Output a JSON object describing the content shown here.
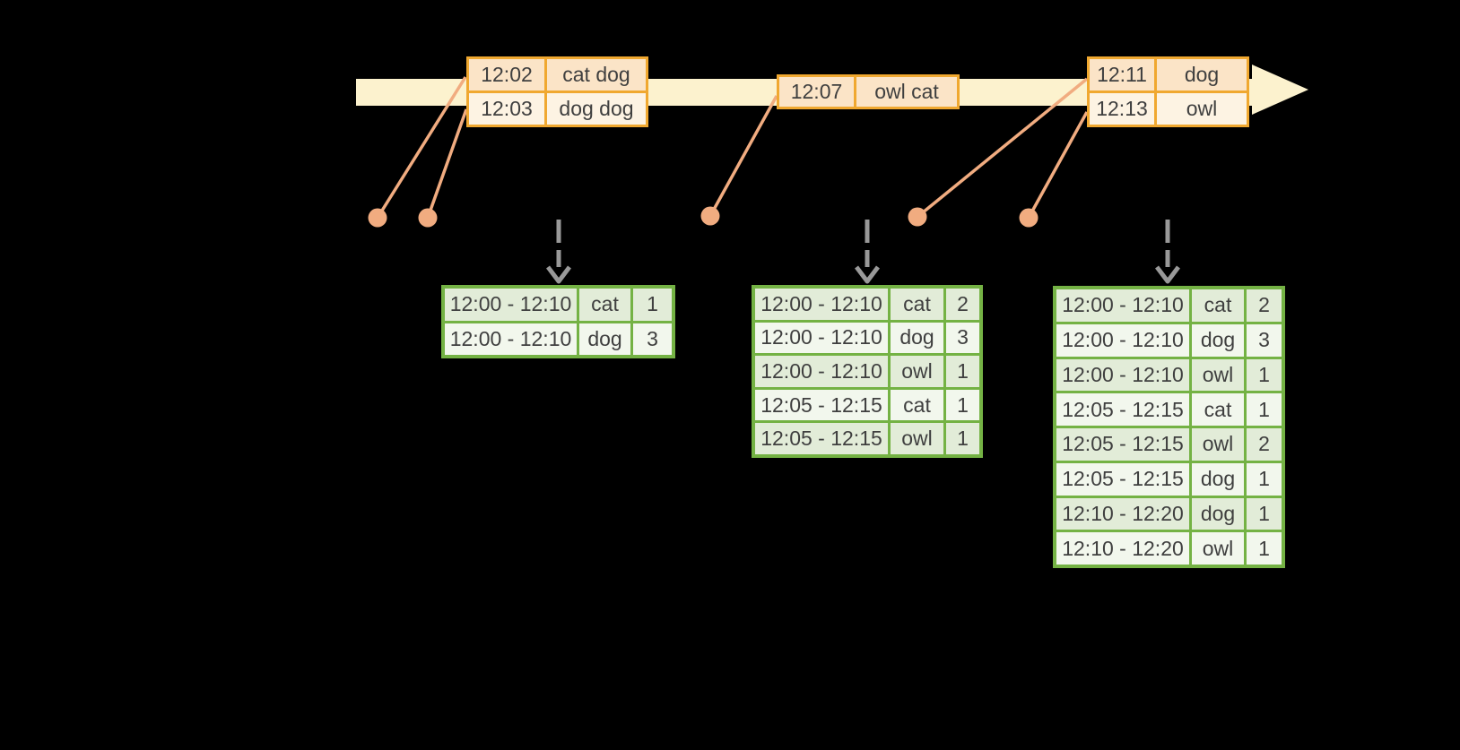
{
  "colors": {
    "background": "#000000",
    "timeline_fill": "#FCF2CE",
    "event_border": "#F0A830",
    "event_fill_dark": "#FBE4C7",
    "event_fill_light": "#FDF3E3",
    "connector": "#F1AC80",
    "trigger_arrow": "#999999",
    "result_border": "#74B244",
    "result_fill_dark": "#E2ECD8",
    "result_fill_light": "#F2F7ED",
    "text": "#3F3F3F"
  },
  "timeline": {
    "shape": "right-arrow-band"
  },
  "event_tables": [
    {
      "name": "events-1",
      "rows": [
        {
          "shade": "dark",
          "cells": [
            "12:02",
            "cat dog"
          ]
        },
        {
          "shade": "light",
          "cells": [
            "12:03",
            "dog dog"
          ]
        }
      ]
    },
    {
      "name": "events-2",
      "rows": [
        {
          "shade": "dark",
          "cells": [
            "12:07",
            "owl cat"
          ]
        }
      ]
    },
    {
      "name": "events-3",
      "rows": [
        {
          "shade": "dark",
          "cells": [
            "12:11",
            "dog"
          ]
        },
        {
          "shade": "light",
          "cells": [
            "12:13",
            "owl"
          ]
        }
      ]
    }
  ],
  "result_tables": [
    {
      "name": "results-1",
      "rows": [
        {
          "shade": "dark",
          "cells": [
            "12:00 - 12:10",
            "cat",
            "1"
          ]
        },
        {
          "shade": "light",
          "cells": [
            "12:00 - 12:10",
            "dog",
            "3"
          ]
        }
      ]
    },
    {
      "name": "results-2",
      "rows": [
        {
          "shade": "dark",
          "cells": [
            "12:00 - 12:10",
            "cat",
            "2"
          ]
        },
        {
          "shade": "light",
          "cells": [
            "12:00 - 12:10",
            "dog",
            "3"
          ]
        },
        {
          "shade": "dark",
          "cells": [
            "12:00 - 12:10",
            "owl",
            "1"
          ]
        },
        {
          "shade": "light",
          "cells": [
            "12:05 - 12:15",
            "cat",
            "1"
          ]
        },
        {
          "shade": "dark",
          "cells": [
            "12:05 - 12:15",
            "owl",
            "1"
          ]
        }
      ]
    },
    {
      "name": "results-3",
      "rows": [
        {
          "shade": "dark",
          "cells": [
            "12:00 - 12:10",
            "cat",
            "2"
          ]
        },
        {
          "shade": "light",
          "cells": [
            "12:00 - 12:10",
            "dog",
            "3"
          ]
        },
        {
          "shade": "dark",
          "cells": [
            "12:00 - 12:10",
            "owl",
            "1"
          ]
        },
        {
          "shade": "light",
          "cells": [
            "12:05 - 12:15",
            "cat",
            "1"
          ]
        },
        {
          "shade": "dark",
          "cells": [
            "12:05 - 12:15",
            "owl",
            "2"
          ]
        },
        {
          "shade": "light",
          "cells": [
            "12:05 - 12:15",
            "dog",
            "1"
          ]
        },
        {
          "shade": "dark",
          "cells": [
            "12:10 - 12:20",
            "dog",
            "1"
          ]
        },
        {
          "shade": "light",
          "cells": [
            "12:10 - 12:20",
            "owl",
            "1"
          ]
        }
      ]
    }
  ]
}
